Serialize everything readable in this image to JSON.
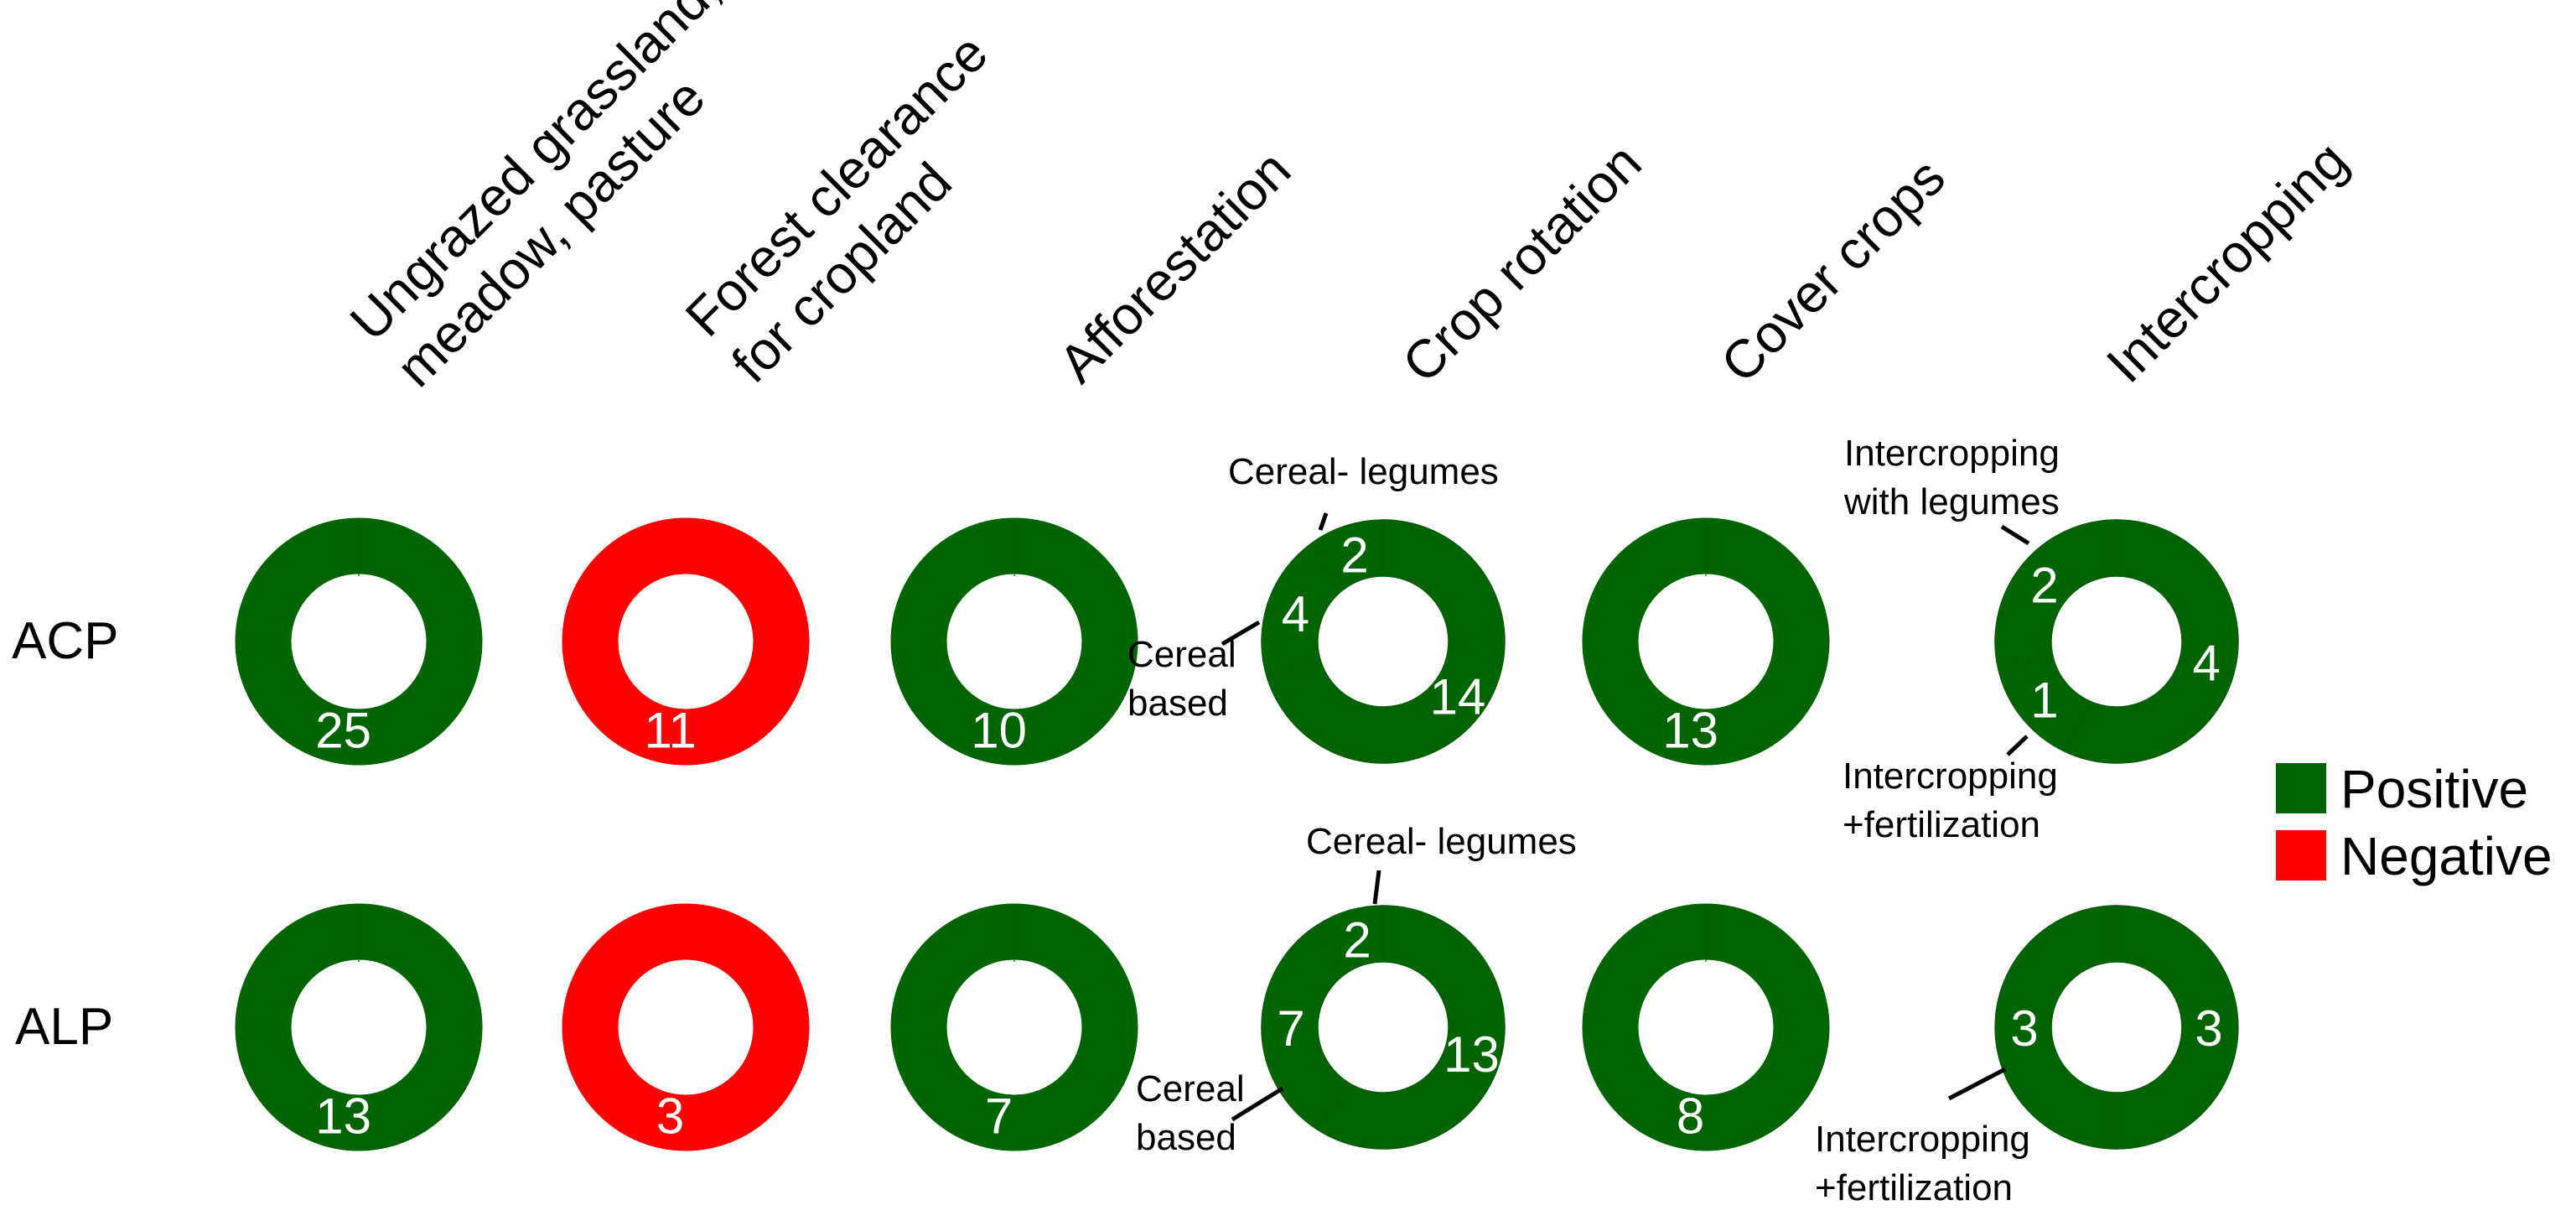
{
  "chart_data": {
    "type": "donut-grid",
    "colors": {
      "Positive": "#006400",
      "Negative": "#ff0000"
    },
    "columns": [
      [
        "Ungrazed grassland,",
        "meadow, pasture"
      ],
      [
        "Forest clearance",
        "for cropland"
      ],
      [
        "Afforestation"
      ],
      [
        "Crop rotation"
      ],
      [
        "Cover crops"
      ],
      [
        "Intercropping"
      ]
    ],
    "rows": [
      "ACP",
      "ALP"
    ],
    "legend": [
      {
        "label": "Positive",
        "color": "#006400"
      },
      {
        "label": "Negative",
        "color": "#ff0000"
      }
    ],
    "donuts": [
      {
        "row": 0,
        "col": 0,
        "effect": "Positive",
        "segments": [
          {
            "value": 25,
            "label": "25"
          }
        ]
      },
      {
        "row": 0,
        "col": 1,
        "effect": "Negative",
        "segments": [
          {
            "value": 11,
            "label": "11"
          }
        ]
      },
      {
        "row": 0,
        "col": 2,
        "effect": "Positive",
        "segments": [
          {
            "value": 10,
            "label": "10"
          }
        ]
      },
      {
        "row": 0,
        "col": 3,
        "effect": "Positive",
        "segments": [
          {
            "value": 14,
            "label": "14"
          },
          {
            "value": 4,
            "label": "4",
            "annotation": [
              "Cereal",
              "based"
            ]
          },
          {
            "value": 2,
            "label": "2",
            "annotation": [
              "Cereal- legumes"
            ]
          }
        ]
      },
      {
        "row": 0,
        "col": 4,
        "effect": "Positive",
        "segments": [
          {
            "value": 13,
            "label": "13"
          }
        ]
      },
      {
        "row": 0,
        "col": 5,
        "effect": "Positive",
        "segments": [
          {
            "value": 4,
            "label": "4"
          },
          {
            "value": 1,
            "label": "1",
            "annotation": [
              "Intercropping",
              "+fertilization"
            ]
          },
          {
            "value": 2,
            "label": "2",
            "annotation": [
              "Intercropping",
              "with legumes"
            ]
          }
        ]
      },
      {
        "row": 1,
        "col": 0,
        "effect": "Positive",
        "segments": [
          {
            "value": 13,
            "label": "13"
          }
        ]
      },
      {
        "row": 1,
        "col": 1,
        "effect": "Negative",
        "segments": [
          {
            "value": 3,
            "label": "3"
          }
        ]
      },
      {
        "row": 1,
        "col": 2,
        "effect": "Positive",
        "segments": [
          {
            "value": 7,
            "label": "7"
          }
        ]
      },
      {
        "row": 1,
        "col": 3,
        "effect": "Positive",
        "segments": [
          {
            "value": 13,
            "label": "13"
          },
          {
            "value": 7,
            "label": "7",
            "annotation": [
              "Cereal",
              "based"
            ]
          },
          {
            "value": 2,
            "label": "2",
            "annotation": [
              "Cereal- legumes"
            ]
          }
        ]
      },
      {
        "row": 1,
        "col": 4,
        "effect": "Positive",
        "segments": [
          {
            "value": 8,
            "label": "8"
          }
        ]
      },
      {
        "row": 1,
        "col": 5,
        "effect": "Positive",
        "segments": [
          {
            "value": 3,
            "label": "3"
          },
          {
            "value": 3,
            "label": "3",
            "annotation": [
              "Intercropping",
              "+fertilization"
            ]
          }
        ]
      }
    ]
  }
}
